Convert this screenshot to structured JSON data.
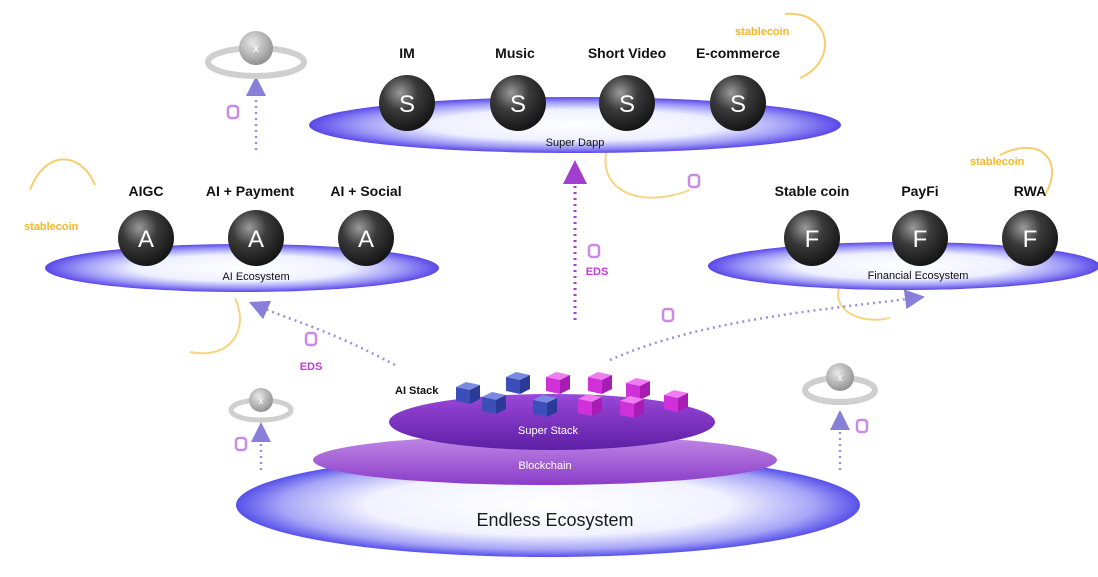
{
  "super_dapp": {
    "label": "Super Dapp",
    "items": [
      {
        "title": "IM",
        "glyph": "S"
      },
      {
        "title": "Music",
        "glyph": "S"
      },
      {
        "title": "Short Video",
        "glyph": "S"
      },
      {
        "title": "E-commerce",
        "glyph": "S"
      }
    ]
  },
  "ai_ecosystem": {
    "label": "AI Ecosystem",
    "items": [
      {
        "title": "AIGC",
        "glyph": "A"
      },
      {
        "title": "AI + Payment",
        "glyph": "A"
      },
      {
        "title": "AI + Social",
        "glyph": "A"
      }
    ]
  },
  "financial_ecosystem": {
    "label": "Financial Ecosystem",
    "items": [
      {
        "title": "Stable coin",
        "glyph": "F"
      },
      {
        "title": "PayFi",
        "glyph": "F"
      },
      {
        "title": "RWA",
        "glyph": "F"
      }
    ]
  },
  "stablecoin_labels": [
    "stablecoin",
    "stablecoin",
    "stablecoin"
  ],
  "eds_labels": [
    "EDS",
    "EDS"
  ],
  "x_nodes": [
    "x",
    "x",
    "x"
  ],
  "base": {
    "ai_stack": "AI Stack",
    "super_stack": "Super Stack",
    "blockchain": "Blockchain",
    "endless": "Endless Ecosystem"
  },
  "colors": {
    "platform_glow": "#6a5cf0",
    "node_dark": "#2b2b2b",
    "stablecoin": "#f5b820",
    "eds": "#c43ad8",
    "cube_blue": "#3e52c8",
    "cube_magenta": "#d030d8",
    "super_stack": "#7d2fc4",
    "blockchain": "#a057d6",
    "base_glow": "#5b5ff0"
  }
}
